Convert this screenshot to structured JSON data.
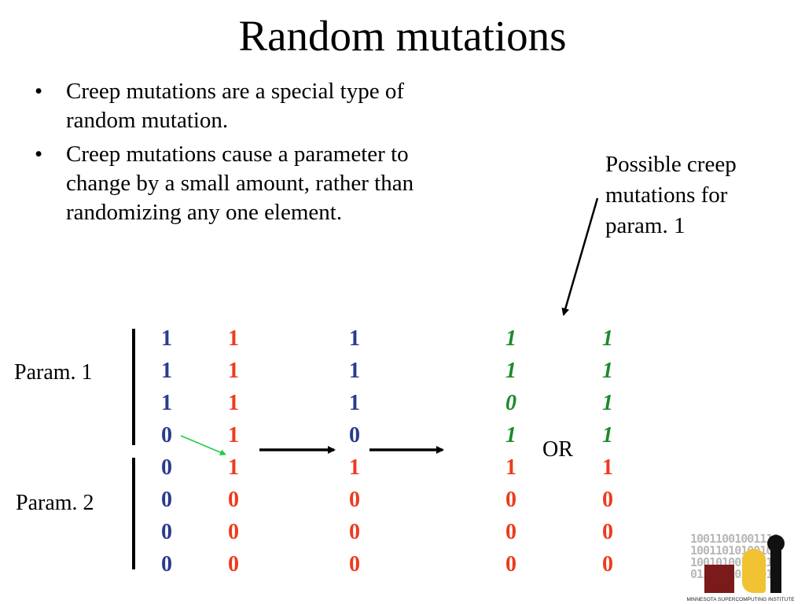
{
  "title": "Random mutations",
  "bullets": [
    "Creep mutations are a special type of random mutation.",
    "Creep mutations cause a parameter to change by a small amount, rather than randomizing any one element."
  ],
  "bullet_symbol": "•",
  "callout": "Possible creep mutations for param. 1",
  "param_labels": [
    "Param. 1",
    "Param. 2"
  ],
  "or_label": "OR",
  "columns": [
    {
      "color": "#2b3a8f",
      "bits": [
        "1",
        "1",
        "1",
        "0",
        "0",
        "0",
        "0",
        "0"
      ]
    },
    {
      "color": "#ee3a1d",
      "bits": [
        "1",
        "1",
        "1",
        "1",
        "1",
        "0",
        "0",
        "0"
      ]
    },
    {
      "colors": [
        "#2b3a8f",
        "#2b3a8f",
        "#2b3a8f",
        "#2b3a8f",
        "#ee3a1d",
        "#ee3a1d",
        "#ee3a1d",
        "#ee3a1d"
      ],
      "bits": [
        "1",
        "1",
        "1",
        "0",
        "1",
        "0",
        "0",
        "0"
      ]
    },
    {
      "colors": [
        "#1a8a2a",
        "#1a8a2a",
        "#1a8a2a",
        "#1a8a2a",
        "#ee3a1d",
        "#ee3a1d",
        "#ee3a1d",
        "#ee3a1d"
      ],
      "bits": [
        "1",
        "1",
        "0",
        "1",
        "1",
        "0",
        "0",
        "0"
      ]
    },
    {
      "colors": [
        "#1a8a2a",
        "#1a8a2a",
        "#1a8a2a",
        "#1a8a2a",
        "#ee3a1d",
        "#ee3a1d",
        "#ee3a1d",
        "#ee3a1d"
      ],
      "bits": [
        "1",
        "1",
        "1",
        "1",
        "1",
        "0",
        "0",
        "0"
      ]
    }
  ],
  "logo": {
    "digits": [
      "10011001001110",
      "1001101010010",
      "10010100110110",
      "01101110110011"
    ],
    "caption": "MINNESOTA SUPERCOMPUTING INSTITUTE",
    "colors": {
      "m": "#7a1a1a",
      "s": "#f1c232",
      "i": "#111111"
    }
  }
}
